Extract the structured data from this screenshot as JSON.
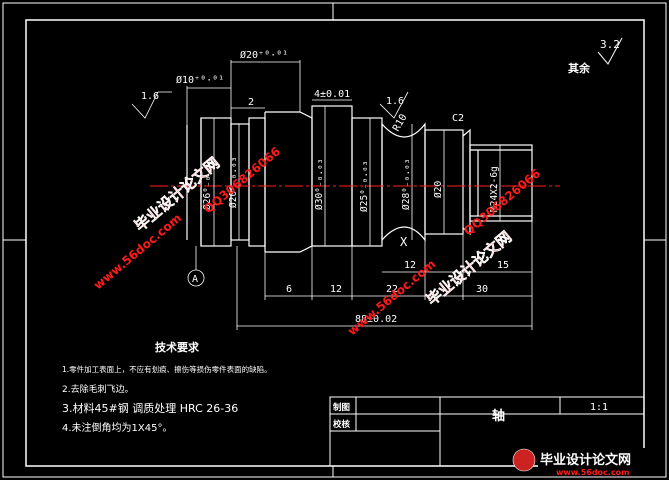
{
  "title_block": {
    "part_name": "轴",
    "scale": "1:1",
    "label_drawn": "制图",
    "label_checked": "校核"
  },
  "surface_finish": {
    "global_value": "3.2",
    "global_note": "其余",
    "left_value": "1.6",
    "mid_value": "1.6"
  },
  "dimensions": {
    "d20_top": "Ø20⁺⁰·⁰¹",
    "d10_top": "Ø10⁺⁰·⁰¹",
    "len_2": "2",
    "len_4": "4±0.01",
    "radius": "R10",
    "chamfer": "C2",
    "d26": "Ø26⁰₋₀.₀₃",
    "d20_mid": "Ø20⁰₋₀.₀₃",
    "d30": "Ø30⁰₋₀.₀₃",
    "d25": "Ø25⁰₋₀.₀₃",
    "d28": "Ø28⁰₋₀.₀₃",
    "d20_right": "Ø20",
    "thread": "M24X2-6g",
    "len_12a": "12",
    "len_15": "15",
    "len_6": "6",
    "len_12b": "12",
    "len_22": "22",
    "len_30": "30",
    "total": "88±0.02",
    "section_mark": "X",
    "datum": "A"
  },
  "tech_requirements": {
    "heading": "技术要求",
    "items": [
      "1.零件加工表面上，不应有划痕、擦伤等损伤零件表面的缺陷。",
      "2.去除毛刺飞边。",
      "3.材料45#钢  调质处理 HRC 26-36",
      "4.未注倒角均为1X45°。"
    ]
  },
  "watermarks": {
    "site": "www.56doc.com",
    "qq": "QQ306826066",
    "brand": "毕业设计论文网",
    "footer_brand": "毕业设计论文网",
    "footer_site": "www.56doc.com"
  },
  "colors": {
    "background": "#000000",
    "line": "#ffffff",
    "center_line": "#ff2020",
    "watermark": "#ff1a1a"
  }
}
